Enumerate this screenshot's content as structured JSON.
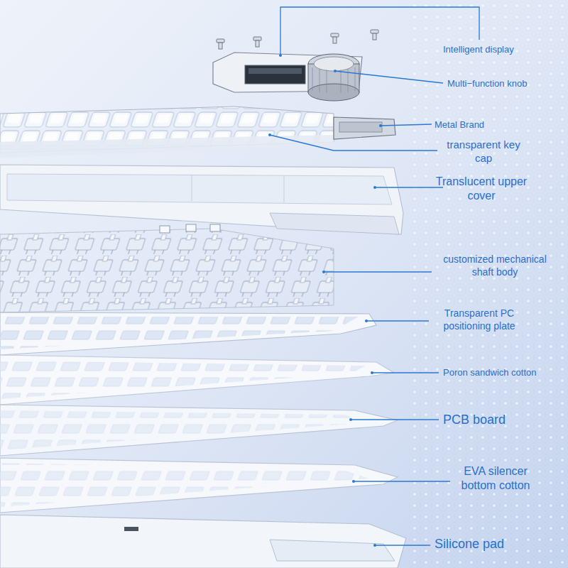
{
  "diagram": {
    "labels": [
      "Intelligent display",
      "Multi−function knob",
      "Metal Brand",
      "transparent key cap",
      "Translucent upper cover",
      "customized mechanical shaft body",
      "Transparent PC positioning plate",
      "Poron sandwich cotton",
      "PCB board",
      "EVA silencer bottom cotton",
      "Silicone pad"
    ]
  }
}
